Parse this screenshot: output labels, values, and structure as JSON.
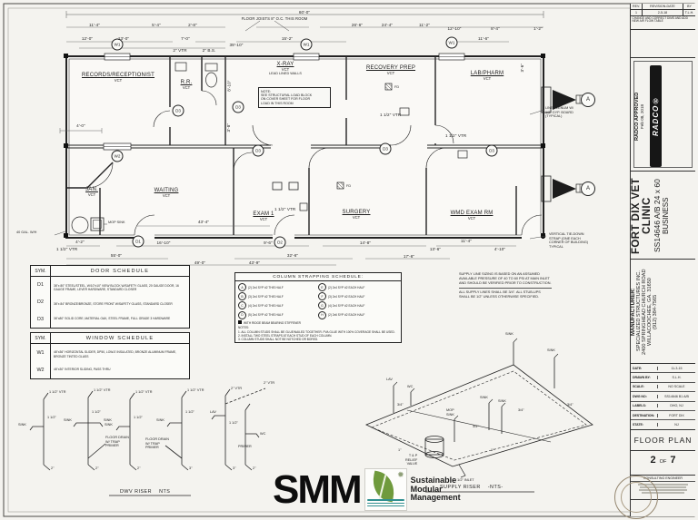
{
  "plan": {
    "joists_note": "FLOOR JOISTS 8\" O.C. THIS ROOM",
    "rooms": [
      {
        "name": "RECORDS/RECEPTIONIST",
        "floor": "VCT"
      },
      {
        "name": "R.R.",
        "floor": "VCT"
      },
      {
        "name": "X-RAY",
        "floor": "VCT",
        "note": "LEAD LINED WALLS"
      },
      {
        "name": "RECOVERY PREP",
        "floor": "VCT"
      },
      {
        "name": "LAB/PHARM",
        "floor": "VCT"
      },
      {
        "name": "JAN.",
        "floor": "VCT"
      },
      {
        "name": "WAITING",
        "floor": "VCT"
      },
      {
        "name": "EXAM 1",
        "floor": "VCT"
      },
      {
        "name": "SURGERY",
        "floor": "VCT"
      },
      {
        "name": "WMD EXAM RM",
        "floor": "VCT"
      }
    ],
    "xray_note": [
      "NOTE:",
      "SEE STRUCTURAL LOAD BLOCK",
      "ON COVER SHEET FOR FLOOR",
      "LOAD IN THIS ROOM"
    ],
    "plenum_note": [
      "LINE PLENUM W/",
      "1/2\" GYP. BOARD",
      "(TYPICAL)"
    ],
    "tiedown_note": [
      "VERTICAL TIE-DOWN",
      "STRAP (ONE EACH",
      "CORNER OF BUILDING)",
      "TYPICAL"
    ],
    "labels": {
      "wh": "40 GAL. W/H",
      "mop": "MOP SINK",
      "fd": "FD",
      "detail_a": "A"
    },
    "tags": {
      "w1": "W1",
      "w2": "W2",
      "d1": "D1",
      "d2": "D2",
      "d3": "D3"
    },
    "dims": [
      "60'-0\"",
      "11'-4\"",
      "5'-4\"",
      "2'-8\"",
      "26'-6\"",
      "24'-4\"",
      "11'-2\"",
      "12'-10\"",
      "8'-4\"",
      "1'-2\"",
      "12'-0\"",
      "13'-0\"",
      "7'-0\"",
      "15'-2\"",
      "11'-6\"",
      "39'-10\"",
      "2\" VTR",
      "2\" B.S.",
      "8'-10\"",
      "3'-8\"",
      "3'-6\"",
      "4'-0\"",
      "4'-2\"",
      "16'-10\"",
      "9'-6\"",
      "14'-8\"",
      "11'-4\"",
      "4'-10\"",
      "43'-4\"",
      "55'-0\"",
      "32'-6\"",
      "17'-6\"",
      "13'-6\"",
      "49'-0\"",
      "43'-9\"",
      "1 1/2\" VTR"
    ]
  },
  "schedules": {
    "door": {
      "sym": "SYM.",
      "title": "DOOR SCHEDULE",
      "rows": [
        {
          "sym": "D1",
          "desc": "36\"x 80\" STEEL/STEEL, W/10\"x10\" VIEW BLOCK W/SAFETY GLASS, 20 GAUGE DOOR, 16 GAUGE FRAME, LEVER HARDWARE, STANDARD CLOSER"
        },
        {
          "sym": "D2",
          "desc": "36\"x 84\" BRONZE/BRONZE, STORE FRONT W/SAFETY GLASS, STANDARD CLOSER"
        },
        {
          "sym": "D3",
          "desc": "36\"x80\" SOLID CORE, MATERIAL OAK, STEEL FRAME, FULL GRADE 3 HARDWARE"
        }
      ]
    },
    "window": {
      "sym": "SYM.",
      "title": "WINDOW SCHEDULE",
      "rows": [
        {
          "sym": "W1",
          "desc": "46\"x36\" HORIZONTAL SLIDER, DP50, LOW-E INSULATED, BRONZE ALUMINUM FRAME, BRONZE TINTED GLASS"
        },
        {
          "sym": "W2",
          "desc": "46\"x30\" INTERIOR SLIDING, PASS THRU"
        }
      ]
    },
    "column": {
      "title": "COLUMN STRAPPING SCHEDULE:",
      "left": [
        {
          "key": "A",
          "desc": "(2) 2x4 SYP #2 THIS HALF"
        },
        {
          "key": "B",
          "desc": "(3) 2x4 SYP #2 THIS HALF"
        },
        {
          "key": "C",
          "desc": "(4) 2x4 SYP #2 THIS HALF"
        },
        {
          "key": "D",
          "desc": "(5) 2x4 SYP #2 THIS HALF"
        }
      ],
      "right": [
        {
          "key": "E",
          "desc": "(2) 2x4 SYP #2 EACH HALF"
        },
        {
          "key": "F",
          "desc": "(3) 2x4 SYP #2 EACH HALF"
        },
        {
          "key": "G",
          "desc": "(4) 2x4 SYP #2 EACH HALF"
        },
        {
          "key": "H",
          "desc": "(2) 2x6 SYP #2 EACH HALF"
        }
      ],
      "stiffener": "WITH RIDGE BEAM BEARING STIFFENER",
      "notes_title": "NOTES:",
      "notes": [
        "1.  ALL COLUMN STUDS SHALL BE GLUE/NAILED TOGETHER. PVA GLUE WITH 100% COVERAGE SHALL BE USED.",
        "2.  INSTALL TWO STEEL STRAPS AT EACH STUD OF EACH COLUMN.",
        "3.  COLUMN STUDS SHALL NOT BE NOTCHED OR BORED."
      ]
    },
    "supply_note": {
      "p1": "SUPPLY LINE SIZING IS BASED ON AN ASSUMED AVAILABLE PRESSURE OF 40 TO 60 PSI AT MAIN INLET AND SHOULD BE VERIFIED PRIOR TO CONSTRUCTION.",
      "p2": "ALL SUPPLY LINES SHALL BE 3/4\". ALL STUB-UPS SHALL BE 1/2\" UNLESS OTHERWISE SPECIFIED."
    }
  },
  "dwv": {
    "title": "DWV RISER",
    "nts": "NTS",
    "vtr_15": "1 1/2\" VTR",
    "vtr_2": "2\" VTR",
    "sink": "SINK",
    "lav": "LAV",
    "wc": "WC",
    "fd_note": [
      "FLOOR DRAIN",
      "W/ TRAP",
      "PRIMER"
    ],
    "s_15": "1 1/2\"",
    "s_2": "2\"",
    "s_3": "3\""
  },
  "supply": {
    "title": "SUPPLY RISER",
    "nts": "-NTS-",
    "lav": "LAV",
    "wc": "WC",
    "mop": [
      "MOP",
      "SINK"
    ],
    "sink": "SINK",
    "s34": "3/4\"",
    "s1": "1\"",
    "tp": [
      "T & P",
      "RELIEF",
      "VALVE"
    ],
    "inlet": "1 1/2\" INLET"
  },
  "titleblock": {
    "rev": {
      "h1": "REV.",
      "h2": "REVISION-DATE",
      "h3": "BY",
      "r1": "1",
      "r2": "2-5-18",
      "r3": "T.L.H.",
      "note": "CHANGE AND CORRECT DIMS AND ADD NEW AIR FLOW TABLE"
    },
    "radco": {
      "approved": "RADCO APPROVED",
      "date": "Feb 08, 2018",
      "logo": "RADCO®"
    },
    "project": {
      "title": "FORT DIX VET CLINIC",
      "model": "SS14646 A/B 24 x 60",
      "use": "BUSINESS"
    },
    "mfr": {
      "label": "MANUFACTURER:",
      "lines": [
        "SPECIALIZED STRUCTURES INC.",
        "2400 SPRINGHEAD CHURCH ROAD",
        "WILLACOOCHEE, GA. 31650",
        "(912) 384-7565"
      ]
    },
    "info": [
      {
        "label": "DATE:",
        "value": "11-3-15"
      },
      {
        "label": "DRAWN BY:",
        "value": "S.L.H."
      },
      {
        "label": "SCALE:",
        "value": "NO SCALE"
      },
      {
        "label": "DWG NO:",
        "value": "SS14646 B1 A/B"
      },
      {
        "label": "LABELS:",
        "value": "DHO, NJ"
      },
      {
        "label": "DESTINATION:",
        "value": "FORT DIX"
      },
      {
        "label": "STATE:",
        "value": "NJ"
      }
    ],
    "sheet_name": "FLOOR PLAN",
    "page": "2",
    "of": "OF",
    "total": "7",
    "engineer": "CONSULTING ENGINEER"
  },
  "logo": {
    "smm": "SMM",
    "lines": [
      "Sustainable",
      "Modular",
      "Management"
    ]
  }
}
